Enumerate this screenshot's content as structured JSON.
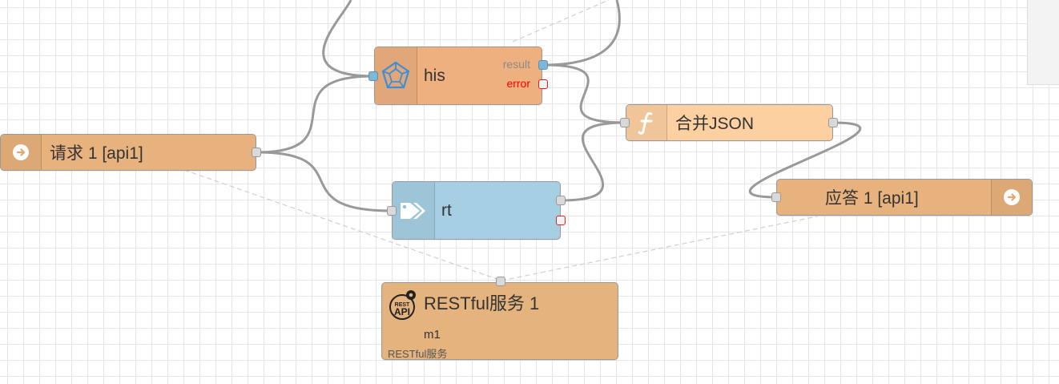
{
  "colors": {
    "function_node": "#fdd0a2",
    "http_node": "#e7b27d",
    "rt_node": "#a6cfe3",
    "his_node": "#efb07f",
    "rest_node": "#e5b47e",
    "wire": "#999999",
    "error_port": "#e02020",
    "error_text": "#ff0000"
  },
  "nodes": {
    "http_in": {
      "label": "请求 1 [api1]",
      "icon": "arrow-circle-icon"
    },
    "his": {
      "label": "his",
      "icon": "dodecahedron-icon",
      "output_result": "result",
      "output_error": "error"
    },
    "rt": {
      "label": "rt",
      "icon": "tag-icon"
    },
    "merge": {
      "label": "合并JSON",
      "icon": "function-icon"
    },
    "http_response": {
      "label": "应答 1 [api1]",
      "icon": "arrow-circle-icon"
    },
    "rest_service": {
      "label": "RESTful服务 1",
      "sub_label": "m1",
      "footer": "RESTful服务",
      "icon": "rest-api-gear-icon",
      "icon_text_top": "REST",
      "icon_text_bottom": "API"
    }
  }
}
